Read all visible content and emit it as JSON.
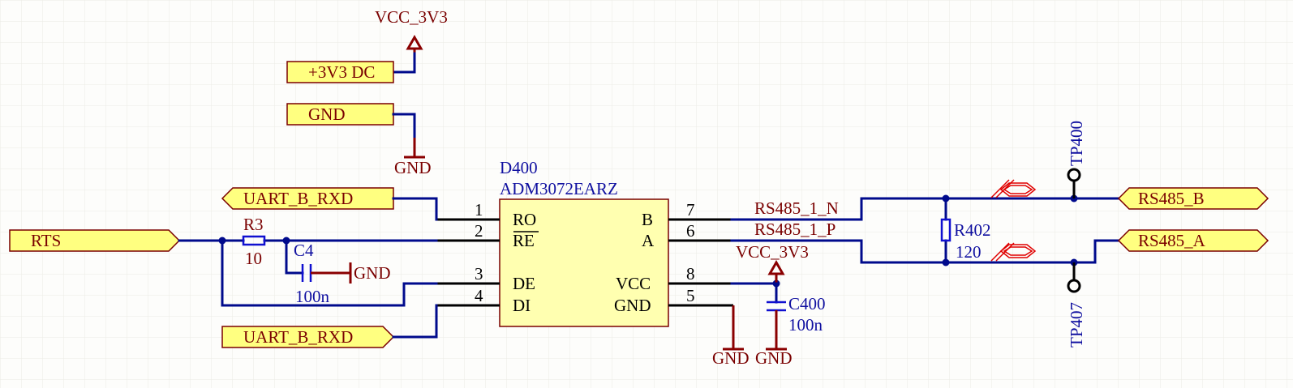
{
  "power": {
    "vcc_top": "VCC_3V3",
    "vcc_mid": "VCC_3V3",
    "gnd_top": "GND",
    "gnd_c4": "GND",
    "gnd_ic": "GND",
    "gnd_c400": "GND"
  },
  "ports": {
    "p3v3": "+3V3 DC",
    "gnd": "GND",
    "uart_rxd_top": "UART_B_RXD",
    "rts": "RTS",
    "uart_rxd_bottom": "UART_B_RXD",
    "rs485_b": "RS485_B",
    "rs485_a": "RS485_A"
  },
  "ic": {
    "designator": "D400",
    "part": "ADM3072EARZ",
    "pins_left": [
      {
        "num": "1",
        "name": "RO"
      },
      {
        "num": "2",
        "name": "RE"
      },
      {
        "num": "3",
        "name": "DE"
      },
      {
        "num": "4",
        "name": "DI"
      }
    ],
    "pins_right": [
      {
        "num": "7",
        "name": "B"
      },
      {
        "num": "6",
        "name": "A"
      },
      {
        "num": "8",
        "name": "VCC"
      },
      {
        "num": "5",
        "name": "GND"
      }
    ]
  },
  "components": {
    "r3": {
      "ref": "R3",
      "value": "10"
    },
    "c4": {
      "ref": "C4",
      "value": "100n"
    },
    "c400": {
      "ref": "C400",
      "value": "100n"
    },
    "r402": {
      "ref": "R402",
      "value": "120"
    },
    "tp400": {
      "ref": "TP400"
    },
    "tp407": {
      "ref": "TP407"
    }
  },
  "nets": {
    "n_line": "RS485_1_N",
    "p_line": "RS485_1_P"
  },
  "colors": {
    "wire": "#000a8c",
    "power": "#8a0000",
    "port_fill": "#ffff80",
    "ic_fill": "#ffffb0",
    "diff_marker": "#e00000"
  }
}
